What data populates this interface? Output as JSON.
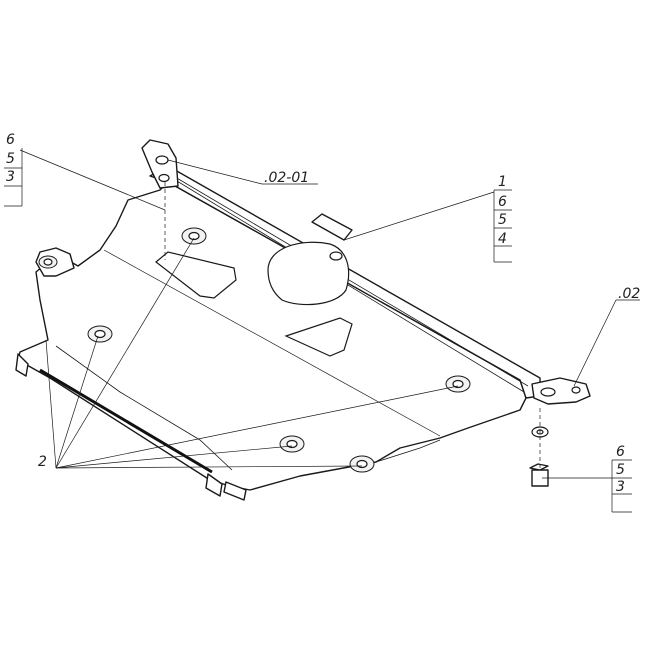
{
  "callouts": {
    "stack_top_left": [
      "6",
      "5",
      "3"
    ],
    "ref_0201": ".02-01",
    "stack_top_right": [
      "1",
      "6",
      "5",
      "4"
    ],
    "ref_02": ".02",
    "stack_left_mid": "2",
    "stack_bottom_right": [
      "6",
      "5",
      "3"
    ]
  }
}
